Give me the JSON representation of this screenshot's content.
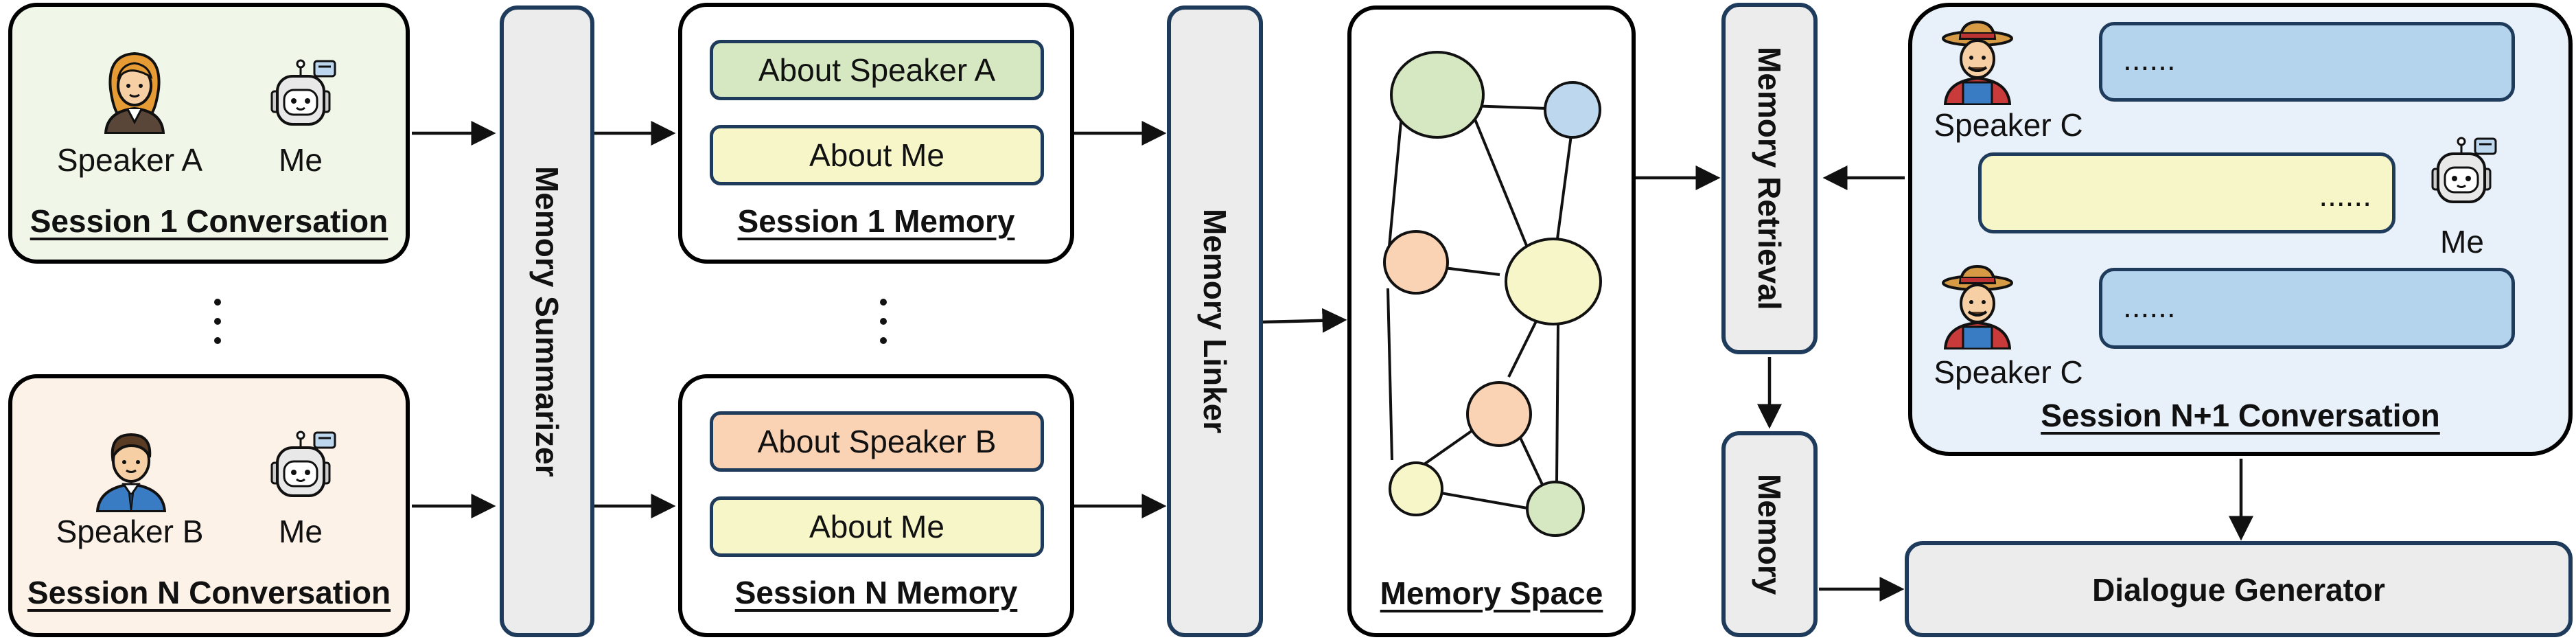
{
  "session1": {
    "title": "Session 1 Conversation",
    "speaker": "Speaker A",
    "me": "Me"
  },
  "sessionN": {
    "title": "Session N Conversation",
    "speaker": "Speaker B",
    "me": "Me"
  },
  "summarizer": {
    "label": "Memory Summarizer"
  },
  "memory1": {
    "title": "Session 1 Memory",
    "about_speaker": "About Speaker A",
    "about_me": "About Me"
  },
  "memoryN": {
    "title": "Session N Memory",
    "about_speaker": "About Speaker B",
    "about_me": "About Me"
  },
  "linker": {
    "label": "Memory Linker"
  },
  "space": {
    "title": "Memory Space"
  },
  "retrieval": {
    "label": "Memory Retrieval"
  },
  "memory": {
    "label": "Memory"
  },
  "sessionN1": {
    "title": "Session N+1 Conversation",
    "speaker_top": "Speaker C",
    "speaker_bottom": "Speaker C",
    "me": "Me",
    "bubble_text": "......"
  },
  "generator": {
    "label": "Dialogue Generator"
  },
  "colors": {
    "green_bg": "#f1f7e8",
    "peach_bg": "#fdf2e8",
    "blue_bg": "#e8f0f9",
    "green_pill": "#d6e8c2",
    "yellow_pill": "#f7f6c9",
    "orange_pill": "#fad3b4",
    "bar_fill": "#ececec",
    "bubble_blue": "#b3d4ec",
    "node_green": "#d6e8c2",
    "node_blue": "#bdd8ee",
    "node_orange": "#fad3b4",
    "node_yellow": "#f7f6c9"
  }
}
